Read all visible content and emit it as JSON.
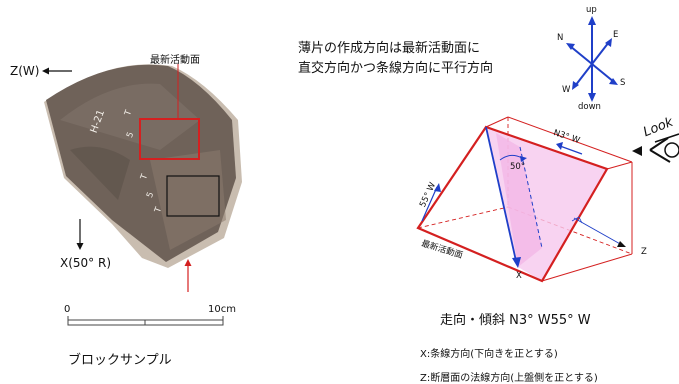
{
  "left": {
    "z_axis_label": "Z(W)",
    "x_axis_label": "X(50° R)",
    "newest_slip_plane_label": "最新活動面",
    "scale_zero": "0",
    "scale_end": "10cm",
    "caption": "ブロックサンプル",
    "sample_marks": [
      "H-21",
      "T",
      "5",
      "T",
      "5",
      "T"
    ]
  },
  "right": {
    "description_line1": "薄片の作成方向は最新活動面に",
    "description_line2": "直交方向かつ条線方向に平行方向",
    "compass": {
      "up": "up",
      "down": "down",
      "n": "N",
      "e": "E",
      "s": "S",
      "w": "W"
    },
    "look_label": "Look",
    "block_labels": {
      "top_edge": "N3° W",
      "dip_angle": "50°",
      "side_dip": "55° W",
      "plane_name": "最新活動面",
      "x": "X",
      "z": "Z"
    },
    "strike_dip": "走向・傾斜 N3° W55° W",
    "note_line1": "X:条線方向(下向きを正とする)",
    "note_line2": "Z:断層面の法線方向(上盤側を正とする)"
  },
  "colors": {
    "red": "#d42020",
    "blue": "#1f3fc8",
    "plane_fill": "#f6c8ee",
    "rock": "#6f6259"
  }
}
